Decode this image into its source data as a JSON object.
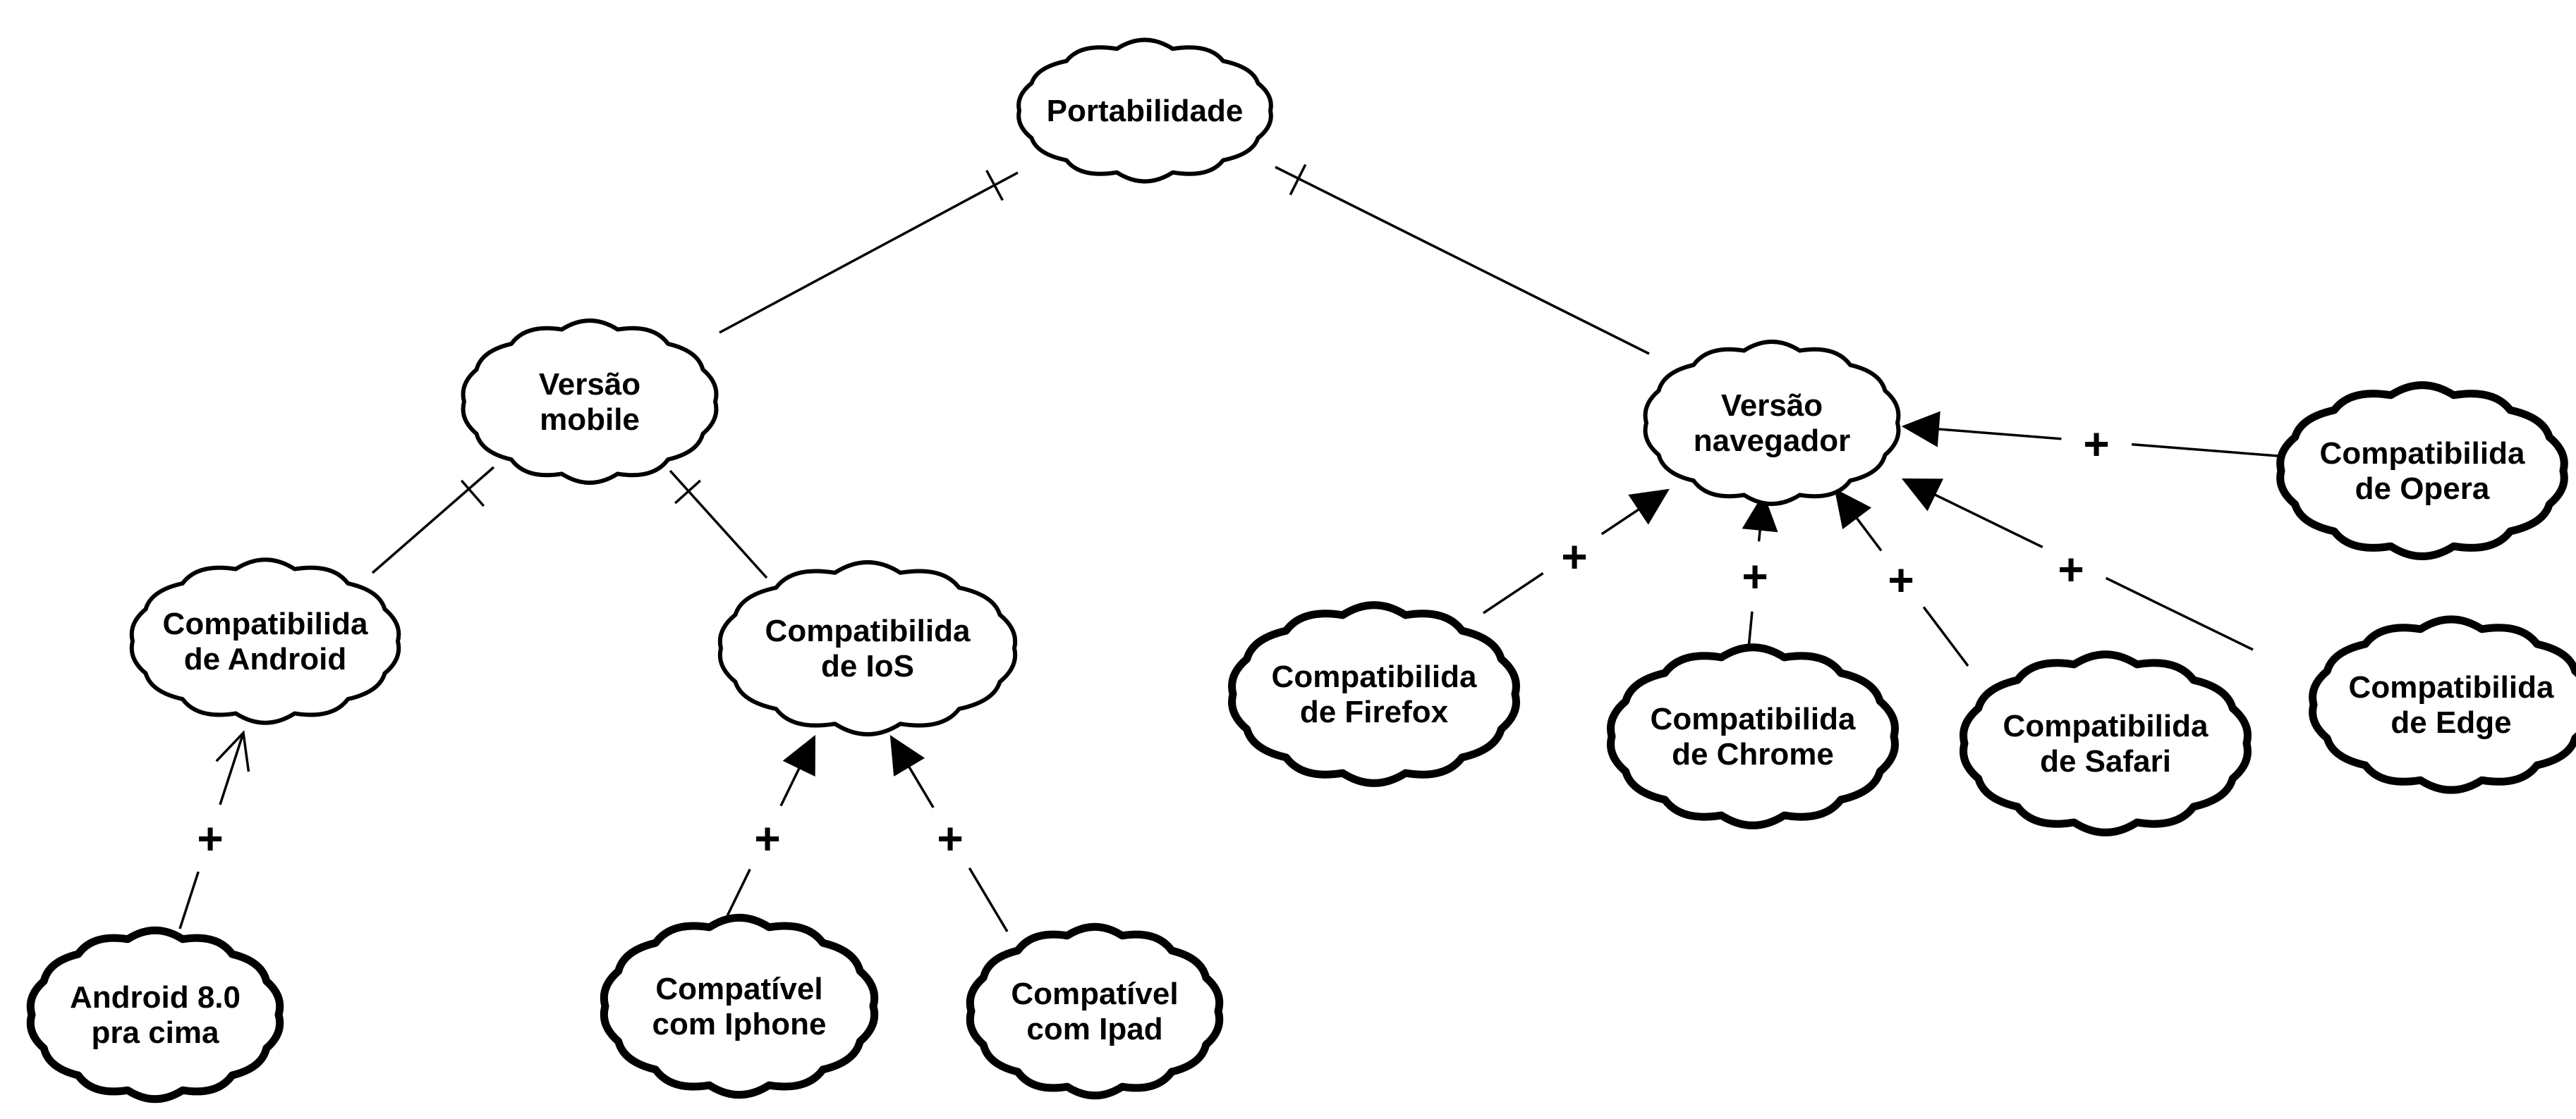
{
  "diagram": {
    "nodes": [
      {
        "id": "portabilidade",
        "lines": [
          "Portabilidade"
        ],
        "emphasis": "normal"
      },
      {
        "id": "versao-mobile",
        "lines": [
          "Versão",
          "mobile"
        ],
        "emphasis": "normal"
      },
      {
        "id": "versao-navegador",
        "lines": [
          "Versão",
          "navegador"
        ],
        "emphasis": "normal"
      },
      {
        "id": "compat-android",
        "lines": [
          "Compatibilida",
          "de Android"
        ],
        "emphasis": "normal"
      },
      {
        "id": "compat-ios",
        "lines": [
          "Compatibilida",
          "de IoS"
        ],
        "emphasis": "normal"
      },
      {
        "id": "android-8",
        "lines": [
          "Android 8.0",
          "pra cima"
        ],
        "emphasis": "bold"
      },
      {
        "id": "compat-iphone",
        "lines": [
          "Compatível",
          "com Iphone"
        ],
        "emphasis": "bold"
      },
      {
        "id": "compat-ipad",
        "lines": [
          "Compatível",
          "com Ipad"
        ],
        "emphasis": "bold"
      },
      {
        "id": "compat-firefox",
        "lines": [
          "Compatibilida",
          "de Firefox"
        ],
        "emphasis": "bold"
      },
      {
        "id": "compat-chrome",
        "lines": [
          "Compatibilida",
          "de Chrome"
        ],
        "emphasis": "bold"
      },
      {
        "id": "compat-safari",
        "lines": [
          "Compatibilida",
          "de Safari"
        ],
        "emphasis": "bold"
      },
      {
        "id": "compat-edge",
        "lines": [
          "Compatibilida",
          "de Edge"
        ],
        "emphasis": "bold"
      },
      {
        "id": "compat-opera",
        "lines": [
          "Compatibilida",
          "de Opera"
        ],
        "emphasis": "bold"
      }
    ],
    "links": [
      {
        "from": "portabilidade",
        "to": "versao-mobile",
        "type": "decomposition"
      },
      {
        "from": "portabilidade",
        "to": "versao-navegador",
        "type": "decomposition"
      },
      {
        "from": "versao-mobile",
        "to": "compat-android",
        "type": "decomposition"
      },
      {
        "from": "versao-mobile",
        "to": "compat-ios",
        "type": "decomposition"
      },
      {
        "from": "android-8",
        "to": "compat-android",
        "type": "contribution",
        "label": "+",
        "arrow": "open"
      },
      {
        "from": "compat-iphone",
        "to": "compat-ios",
        "type": "contribution",
        "label": "+",
        "arrow": "filled"
      },
      {
        "from": "compat-ipad",
        "to": "compat-ios",
        "type": "contribution",
        "label": "+",
        "arrow": "filled"
      },
      {
        "from": "compat-firefox",
        "to": "versao-navegador",
        "type": "contribution",
        "label": "+",
        "arrow": "filled"
      },
      {
        "from": "compat-chrome",
        "to": "versao-navegador",
        "type": "contribution",
        "label": "+",
        "arrow": "filled"
      },
      {
        "from": "compat-safari",
        "to": "versao-navegador",
        "type": "contribution",
        "label": "+",
        "arrow": "filled"
      },
      {
        "from": "compat-edge",
        "to": "versao-navegador",
        "type": "contribution",
        "label": "+",
        "arrow": "filled"
      },
      {
        "from": "compat-opera",
        "to": "versao-navegador",
        "type": "contribution",
        "label": "+",
        "arrow": "filled"
      }
    ]
  }
}
